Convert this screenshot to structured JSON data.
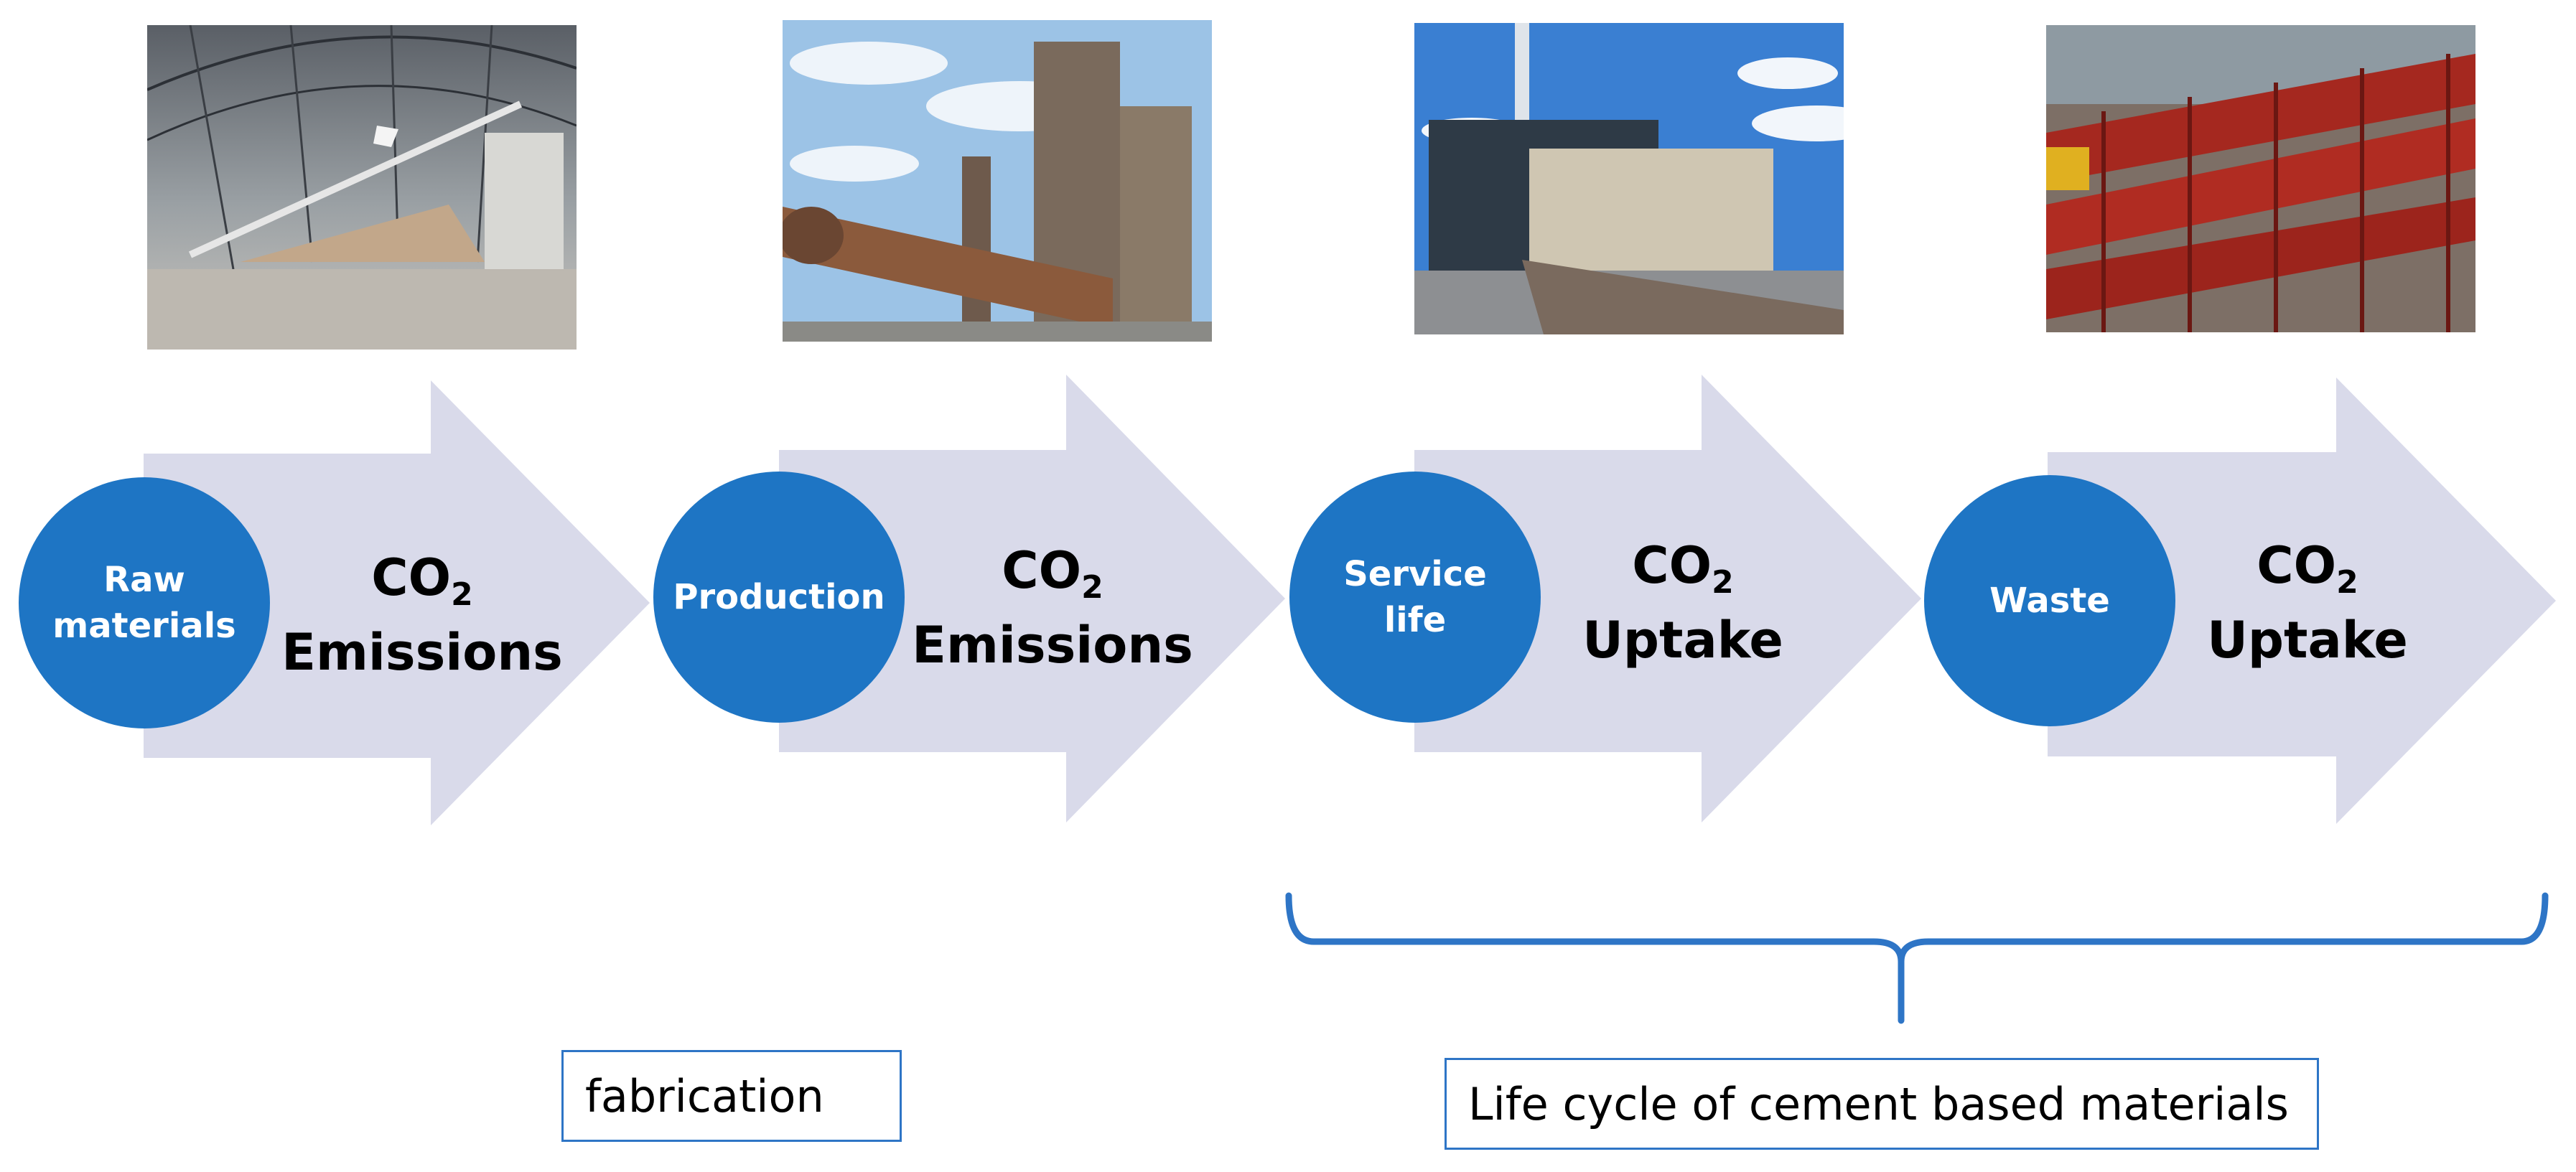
{
  "stages": [
    {
      "circle_label": "Raw\nmaterials",
      "formula": "CO",
      "formula_sub": "2",
      "effect": "Emissions",
      "photo": "raw-materials-dome-photo"
    },
    {
      "circle_label": "Production",
      "formula": "CO",
      "formula_sub": "2",
      "effect": "Emissions",
      "photo": "cement-plant-photo"
    },
    {
      "circle_label": "Service\nlife",
      "formula": "CO",
      "formula_sub": "2",
      "effect": "Uptake",
      "photo": "building-photo"
    },
    {
      "circle_label": "Waste",
      "formula": "CO",
      "formula_sub": "2",
      "effect": "Uptake",
      "photo": "demolition-site-photo"
    }
  ],
  "labels": {
    "fabrication": "fabrication",
    "life_cycle": "Life cycle of cement based materials"
  },
  "colors": {
    "circle": "#1E75C4",
    "arrow": "#D9DAEA",
    "brace": "#2E75C6",
    "box_border": "#2E75C6"
  }
}
